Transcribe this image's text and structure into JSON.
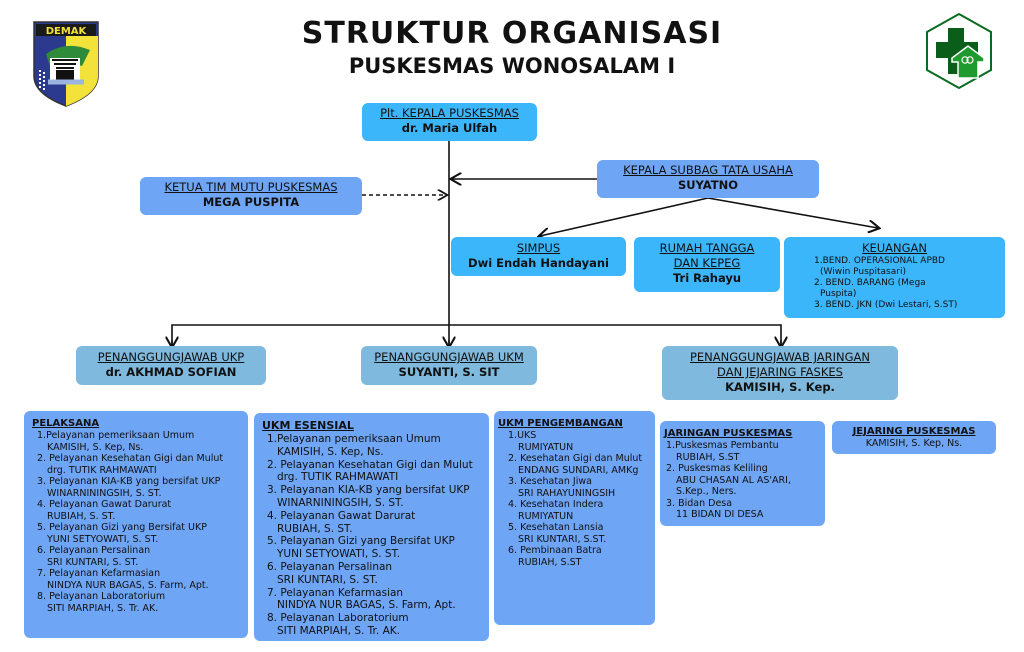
{
  "header": {
    "title": "STRUKTUR ORGANISASI",
    "subtitle": "PUSKESMAS WONOSALAM I",
    "left_logo": {
      "icon": "demak-regency-crest-icon",
      "text": "DEMAK"
    },
    "right_logo": {
      "icon": "puskesmas-logo-icon"
    }
  },
  "nodes": {
    "head": {
      "role": "Plt. KEPALA PUSKESMAS",
      "name": "dr. Maria Ulfah"
    },
    "quality": {
      "role": "KETUA TIM MUTU PUSKESMAS",
      "name": "MEGA PUSPITA"
    },
    "admin": {
      "role": "KEPALA SUBBAG TATA USAHA",
      "name": "SUYATNO"
    },
    "simpus": {
      "role": "SIMPUS",
      "name": "Dwi Endah Handayani"
    },
    "household": {
      "role_line1": "RUMAH TANGGA",
      "role_line2": "DAN KEPEG",
      "name": "Tri Rahayu"
    },
    "finance": {
      "role": "KEUANGAN",
      "items": [
        "1.BEND. OPERASIONAL APBD",
        "(Wiwin Puspitasari)",
        "2. BEND. BARANG (Mega",
        "Puspita)",
        "3. BEND. JKN (Dwi Lestari, S.ST)"
      ]
    },
    "ukp": {
      "role": "PENANGGUNGJAWAB UKP",
      "name": "dr. AKHMAD SOFIAN"
    },
    "ukm": {
      "role": "PENANGGUNGJAWAB UKM",
      "name": "SUYANTI, S. SIT"
    },
    "network": {
      "role_line1": "PENANGGUNGJAWAB JARINGAN",
      "role_line2": "DAN JEJARING FASKES",
      "name": "KAMISIH, S. Kep."
    }
  },
  "lists": {
    "pelaksana": {
      "title": "PELAKSANA",
      "items": [
        {
          "title": "1.Pelayanan pemeriksaan Umum",
          "person": "KAMISIH, S. Kep, Ns."
        },
        {
          "title": "2. Pelayanan Kesehatan Gigi dan Mulut",
          "person": "drg. TUTIK RAHMAWATI"
        },
        {
          "title": "3. Pelayanan KIA-KB yang bersifat UKP",
          "person": "WINARNININGSIH, S. ST."
        },
        {
          "title": "4. Pelayanan Gawat Darurat",
          "person": "RUBIAH, S. ST."
        },
        {
          "title": "5. Pelayanan Gizi yang Bersifat UKP",
          "person": "YUNI SETYOWATI, S. ST."
        },
        {
          "title": "6. Pelayanan Persalinan",
          "person": "SRI KUNTARI, S. ST."
        },
        {
          "title": "7. Pelayanan Kefarmasian",
          "person": "NINDYA NUR BAGAS, S. Farm, Apt."
        },
        {
          "title": "8. Pelayanan Laboratorium",
          "person": "SITI MARPIAH, S. Tr. AK."
        }
      ]
    },
    "ukm_esensial": {
      "title": "UKM ESENSIAL",
      "items": [
        {
          "title": "1.Pelayanan pemeriksaan Umum",
          "person": "KAMISIH, S. Kep, Ns."
        },
        {
          "title": "2. Pelayanan Kesehatan Gigi dan Mulut",
          "person": "drg. TUTIK RAHMAWATI"
        },
        {
          "title": "3. Pelayanan KIA-KB yang bersifat UKP",
          "person": "WINARNININGSIH, S. ST."
        },
        {
          "title": "4. Pelayanan Gawat Darurat",
          "person": "RUBIAH, S. ST."
        },
        {
          "title": "5. Pelayanan Gizi yang Bersifat UKP",
          "person": "YUNI SETYOWATI, S. ST."
        },
        {
          "title": "6. Pelayanan Persalinan",
          "person": "SRI KUNTARI, S. ST."
        },
        {
          "title": "7. Pelayanan Kefarmasian",
          "person": "NINDYA NUR BAGAS, S. Farm, Apt."
        },
        {
          "title": "8. Pelayanan Laboratorium",
          "person": "SITI MARPIAH, S. Tr. AK."
        }
      ]
    },
    "ukm_pengembangan": {
      "title": "UKM PENGEMBANGAN",
      "items": [
        {
          "title": "1.UKS",
          "person": "RUMIYATUN"
        },
        {
          "title": "2. Kesehatan Gigi dan Mulut",
          "person": "ENDANG SUNDARI, AMKg"
        },
        {
          "title": "3. Kesehatan Jiwa",
          "person": "SRI RAHAYUNINGSIH"
        },
        {
          "title": "4. Kesehatan Indera",
          "person": "RUMIYATUN"
        },
        {
          "title": "5. Kesehatan Lansia",
          "person": "SRI KUNTARI, S.ST."
        },
        {
          "title": "6. Pembinaan Batra",
          "person": "RUBIAH, S.ST"
        }
      ]
    },
    "jaringan": {
      "title": "JARINGAN PUSKESMAS",
      "items": [
        {
          "title": "1.Puskesmas Pembantu",
          "person": "RUBIAH, S.ST"
        },
        {
          "title": "2. Puskesmas Keliling",
          "person": "ABU CHASAN AL AS'ARI, S.Kep., Ners."
        },
        {
          "title": "3. Bidan Desa",
          "person": "11 BIDAN DI DESA"
        }
      ]
    },
    "jejaring": {
      "title": "JEJARING PUSKESMAS",
      "person": "KAMISIH, S. Kep, Ns."
    }
  },
  "colors": {
    "cyan_box": "#3bb6fb",
    "blue_box": "#6fa5f5",
    "steel_box": "#7fb9dd",
    "line": "#111111",
    "logo_green_dark": "#0b6b1f",
    "logo_green_light": "#1f9a2e"
  }
}
